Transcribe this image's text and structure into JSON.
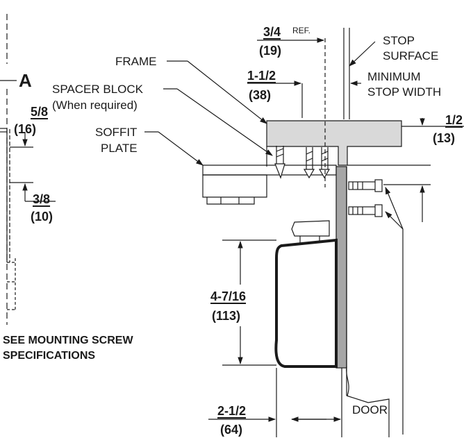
{
  "labels": {
    "section": "A",
    "frame": "FRAME",
    "spacer_block": "SPACER BLOCK",
    "when_required": "(When required)",
    "soffit_line1": "SOFFIT",
    "soffit_line2": "PLATE",
    "stop_surface_line1": "STOP",
    "stop_surface_line2": "SURFACE",
    "min_stop_line1": "MINIMUM",
    "min_stop_line2": "STOP WIDTH",
    "door": "DOOR",
    "see_screw_line1": "SEE MOUNTING SCREW",
    "see_screw_line2": "SPECIFICATIONS"
  },
  "dimensions": {
    "frame_ref": {
      "inch": "3/4",
      "mm": "(19)",
      "suffix": "REF."
    },
    "spacer_offset": {
      "inch": "1-1/2",
      "mm": "(38)"
    },
    "spacer_height": {
      "inch": "5/8",
      "mm": "(16)"
    },
    "soffit_gap": {
      "inch": "3/8",
      "mm": "(10)"
    },
    "stop_to_screw": {
      "inch": "1/2",
      "mm": "(13)"
    },
    "closer_height": {
      "inch": "4-7/16",
      "mm": "(113)"
    },
    "closer_depth": {
      "inch": "2-1/2",
      "mm": "(64)"
    }
  },
  "colors": {
    "line": "#1a1a1a",
    "frame_fill": "#d9d9d9",
    "door_fill": "#a6a6a6"
  }
}
